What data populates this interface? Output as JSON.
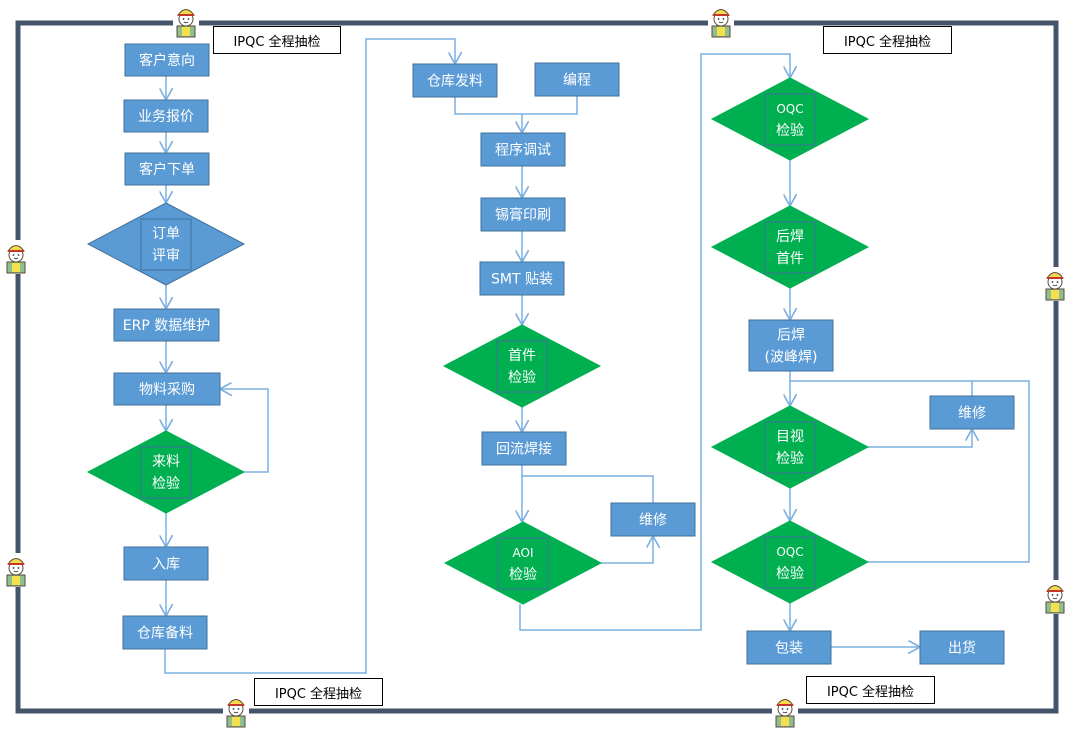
{
  "colors": {
    "frame": "#44546a",
    "process": "#5b9bd5",
    "process_border": "#41719c",
    "decision_green": "#00b050",
    "decision_blue": "#5b9bd5",
    "connector": "#7bafe0"
  },
  "ipqc_labels": [
    "IPQC 全程抽检",
    "IPQC 全程抽检",
    "IPQC 全程抽检",
    "IPQC 全程抽检"
  ],
  "inspector_icon": "inspector-worker-icon",
  "column1": {
    "nodes": [
      {
        "id": "n1",
        "type": "process",
        "lines": [
          "客户意向"
        ]
      },
      {
        "id": "n2",
        "type": "process",
        "lines": [
          "业务报价"
        ]
      },
      {
        "id": "n3",
        "type": "process",
        "lines": [
          "客户下单"
        ]
      },
      {
        "id": "n4",
        "type": "decision-blue",
        "lines": [
          "订单",
          "评审"
        ]
      },
      {
        "id": "n5",
        "type": "process",
        "lines": [
          "ERP 数据维护"
        ]
      },
      {
        "id": "n6",
        "type": "process",
        "lines": [
          "物料采购"
        ]
      },
      {
        "id": "n7",
        "type": "decision",
        "lines": [
          "来料",
          "检验"
        ]
      },
      {
        "id": "n8",
        "type": "process",
        "lines": [
          "入库"
        ]
      },
      {
        "id": "n9",
        "type": "process",
        "lines": [
          "仓库备料"
        ]
      }
    ]
  },
  "column2": {
    "nodes": [
      {
        "id": "m1",
        "type": "process",
        "lines": [
          "仓库发料"
        ]
      },
      {
        "id": "m2",
        "type": "process",
        "lines": [
          "编程"
        ]
      },
      {
        "id": "m3",
        "type": "process",
        "lines": [
          "程序调试"
        ]
      },
      {
        "id": "m4",
        "type": "process",
        "lines": [
          "锡膏印刷"
        ]
      },
      {
        "id": "m5",
        "type": "process",
        "lines": [
          "SMT 贴装"
        ]
      },
      {
        "id": "m6",
        "type": "decision",
        "lines": [
          "首件",
          "检验"
        ]
      },
      {
        "id": "m7",
        "type": "process",
        "lines": [
          "回流焊接"
        ]
      },
      {
        "id": "m8",
        "type": "decision",
        "lines": [
          "AOI",
          "检验"
        ]
      },
      {
        "id": "m9",
        "type": "process",
        "lines": [
          "维修"
        ]
      }
    ]
  },
  "column3": {
    "nodes": [
      {
        "id": "r1",
        "type": "decision",
        "lines": [
          "OQC",
          "检验"
        ]
      },
      {
        "id": "r2",
        "type": "decision",
        "lines": [
          "后焊",
          "首件"
        ]
      },
      {
        "id": "r3",
        "type": "process",
        "lines": [
          "后焊",
          "(波峰焊)"
        ]
      },
      {
        "id": "r4",
        "type": "decision",
        "lines": [
          "目视",
          "检验"
        ]
      },
      {
        "id": "r5",
        "type": "process",
        "lines": [
          "维修"
        ]
      },
      {
        "id": "r6",
        "type": "decision",
        "lines": [
          "OQC",
          "检验"
        ]
      },
      {
        "id": "r7",
        "type": "process",
        "lines": [
          "包装"
        ]
      },
      {
        "id": "r8",
        "type": "process",
        "lines": [
          "出货"
        ]
      }
    ]
  }
}
